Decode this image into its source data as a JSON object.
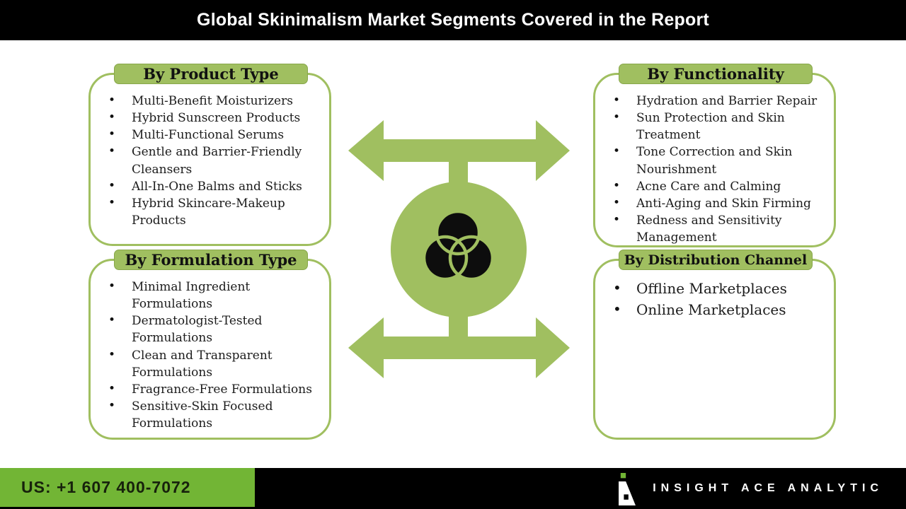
{
  "title": "Global Skinimalism Market Segments Covered in the Report",
  "segments": [
    {
      "id": "product-type",
      "header": "By Product Type",
      "items": [
        "Multi-Benefit Moisturizers",
        "Hybrid Sunscreen Products",
        "Multi-Functional Serums",
        "Gentle and Barrier-Friendly Cleansers",
        "All-In-One Balms and Sticks",
        "Hybrid Skincare-Makeup Products"
      ]
    },
    {
      "id": "functionality",
      "header": "By Functionality",
      "items": [
        "Hydration and Barrier Repair",
        "Sun Protection and Skin Treatment",
        "Tone Correction and Skin Nourishment",
        "Acne Care and Calming",
        "Anti-Aging and Skin Firming",
        "Redness and Sensitivity Management"
      ]
    },
    {
      "id": "formulation-type",
      "header": "By Formulation Type",
      "items": [
        "Minimal Ingredient Formulations",
        "Dermatologist-Tested Formulations",
        "Clean and Transparent Formulations",
        "Fragrance-Free Formulations",
        "Sensitive-Skin Focused Formulations"
      ]
    },
    {
      "id": "distribution-channel",
      "header": "By Distribution Channel",
      "items": [
        "Offline Marketplaces",
        "Online Marketplaces"
      ]
    }
  ],
  "center": {
    "icon": "venn-three-circles-icon",
    "arrows": "double-headed-horizontal-arrows"
  },
  "footer": {
    "phone_label": "US: +1 607 400-7072",
    "brand": "INSIGHT ACE ANALYTIC"
  },
  "colors": {
    "green": "#a0bf60",
    "green_border": "#88a74b",
    "footer_green": "#72b535",
    "header_bg": "#000000",
    "text": "#1c1c1c",
    "title_text": "#ffffff"
  }
}
